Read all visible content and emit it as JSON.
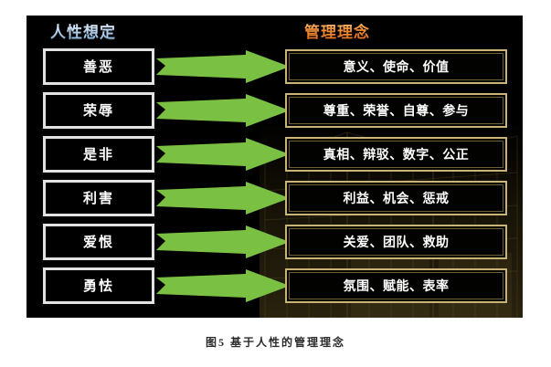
{
  "figure": {
    "caption": "图5  基于人性的管理理念",
    "columns": {
      "left_header": "人性想定",
      "right_header": "管理理念"
    },
    "colors": {
      "panel_background": "#000000",
      "left_box_border": "#e2e2e2",
      "right_box_border": "#c9b377",
      "right_box_inner_border": "#6e5f33",
      "arrow": "#7ac143",
      "left_header_text": "#b9d4f0",
      "right_header_text": "#f5953c",
      "box_text": "#ffffff",
      "caption_text": "#2b2b2b"
    },
    "rows": [
      {
        "assumption": "善恶",
        "arrow": "arrow-right-icon",
        "philosophy": "意义、使命、价值"
      },
      {
        "assumption": "荣辱",
        "arrow": "arrow-right-icon",
        "philosophy": "尊重、荣誉、自尊、参与"
      },
      {
        "assumption": "是非",
        "arrow": "arrow-right-icon",
        "philosophy": "真相、辩驳、数字、公正"
      },
      {
        "assumption": "利害",
        "arrow": "arrow-right-icon",
        "philosophy": "利益、机会、惩戒"
      },
      {
        "assumption": "爱恨",
        "arrow": "arrow-right-icon",
        "philosophy": "关爱、团队、救助"
      },
      {
        "assumption": "勇怯",
        "arrow": "arrow-right-icon",
        "philosophy": "氛围、赋能、表率"
      }
    ]
  }
}
